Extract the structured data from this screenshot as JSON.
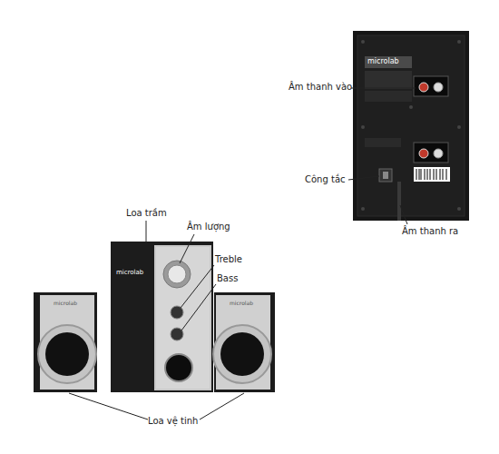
{
  "diagram": {
    "labels": [
      "microlab",
      "Âm thanh vào",
      "Công tắc",
      "Âm thanh ra",
      "Loa trầm",
      "Âm lượng",
      "Treble",
      "Bass",
      "microlab",
      "microlab",
      "microlab",
      "Loa vệ tinh"
    ]
  }
}
